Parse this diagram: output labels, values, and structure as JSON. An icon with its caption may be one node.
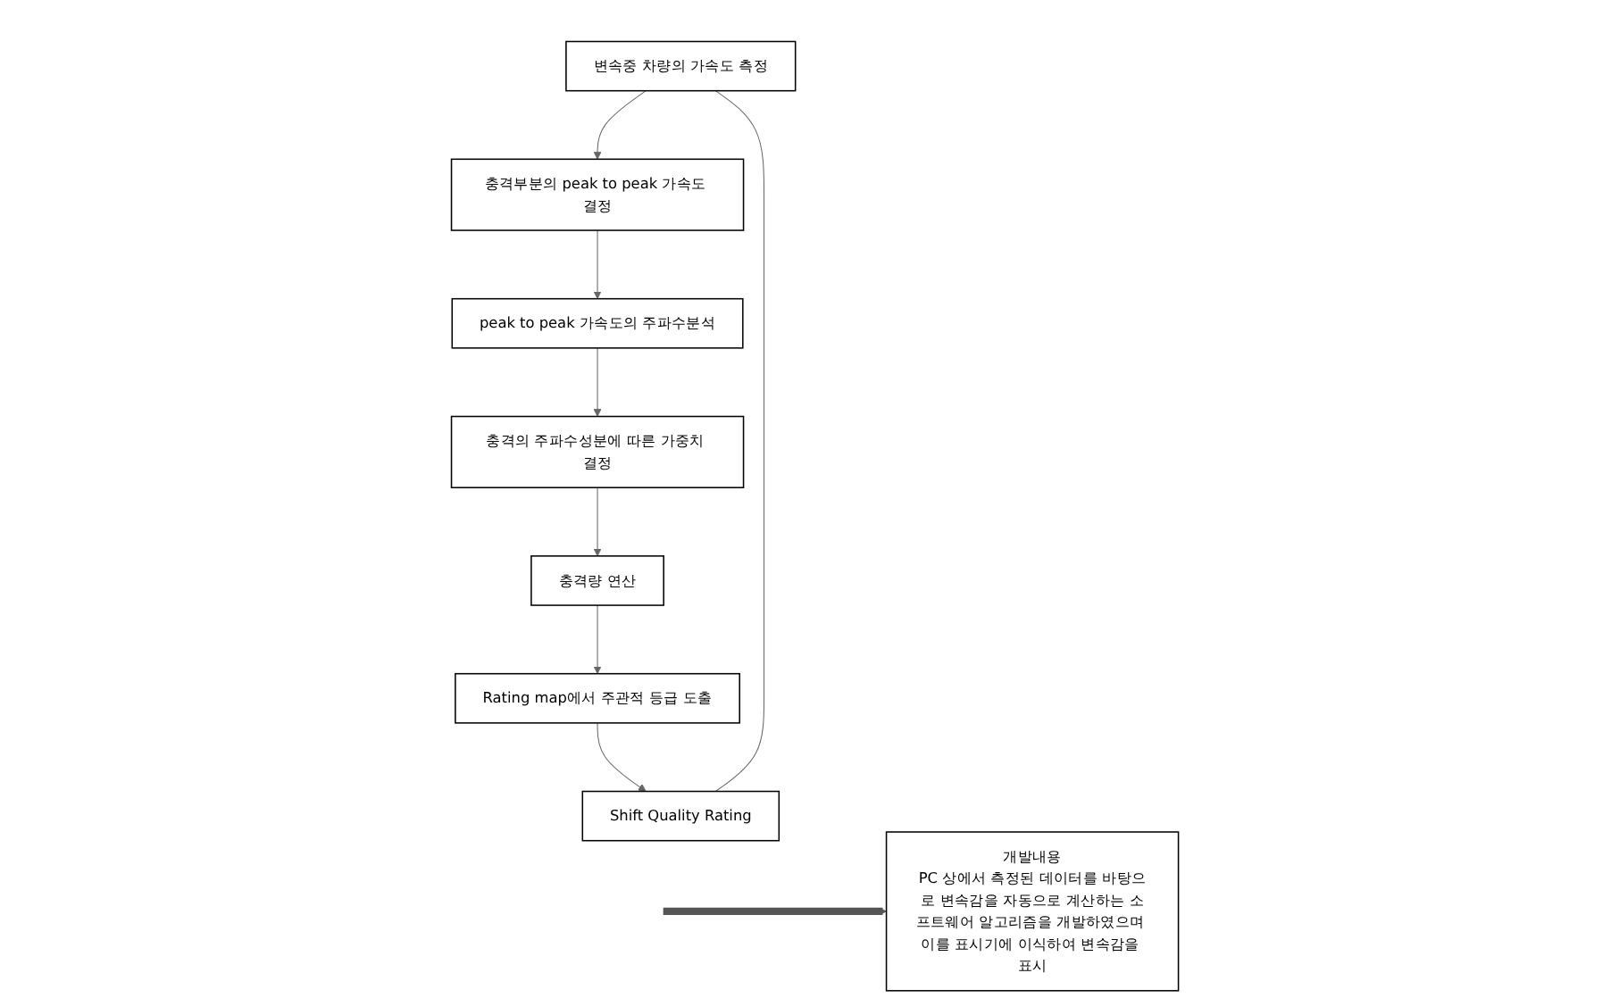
{
  "diagram": {
    "nodes": [
      {
        "text": [
          "변속중 차량의 가속도 측정"
        ]
      },
      {
        "text": [
          "충격부분의 peak to peak 가속도 결정"
        ]
      },
      {
        "text": [
          "peak to peak 가속도의 주파수분석"
        ]
      },
      {
        "text": [
          "충격의 주파수성분에 따른 가중치 결정"
        ]
      },
      {
        "text": [
          "충격량 연산"
        ]
      },
      {
        "text": [
          "Rating map에서 주관적 등급 도출"
        ]
      },
      {
        "text": [
          "Shift Quality Rating"
        ]
      },
      {
        "text": [
          "개발내용",
          "PC 상에서 측정된 데이터를 바탕으로 변속감을 자동으로 계산하는 소프트웨어 알고리즘을 개발하였으며 이를 표시기에 이식하여 변속감을 표시"
        ]
      }
    ],
    "edges": [
      {
        "from": 0,
        "to": 1,
        "arrow": "to"
      },
      {
        "from": 1,
        "to": 2,
        "arrow": "to"
      },
      {
        "from": 2,
        "to": 3,
        "arrow": "to"
      },
      {
        "from": 3,
        "to": 4,
        "arrow": "to"
      },
      {
        "from": 4,
        "to": 5,
        "arrow": "to"
      },
      {
        "from": 5,
        "to": 6,
        "arrow": "to"
      },
      {
        "from": 0,
        "to": 6,
        "arrow": "none"
      },
      {
        "from": null,
        "to": 7,
        "arrow": "to",
        "style": "thick",
        "color": "#555555"
      }
    ]
  }
}
